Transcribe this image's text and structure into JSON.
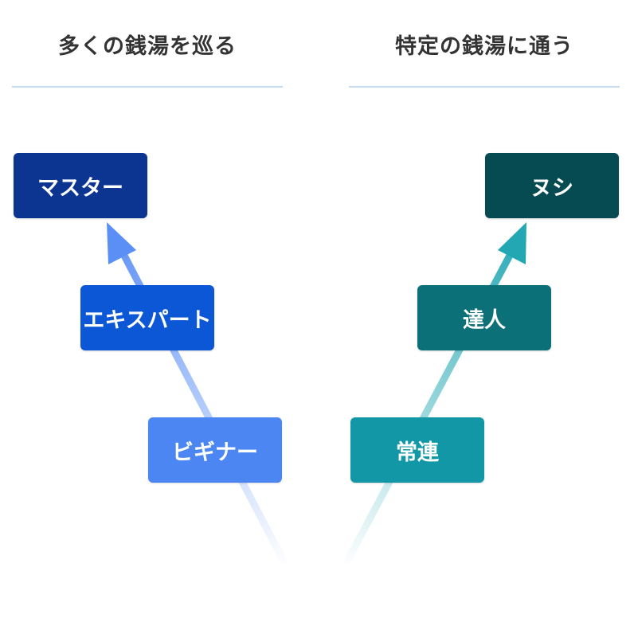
{
  "left": {
    "title": "多くの銭湯を巡る",
    "levels": [
      {
        "label": "ビギナー",
        "color": "#4b86f2"
      },
      {
        "label": "エキスパート",
        "color": "#0b57d6"
      },
      {
        "label": "マスター",
        "color": "#0b3591"
      }
    ],
    "arrow_color": "#5b8ff5"
  },
  "right": {
    "title": "特定の銭湯に通う",
    "levels": [
      {
        "label": "常連",
        "color": "#1197a5"
      },
      {
        "label": "達人",
        "color": "#0b7077"
      },
      {
        "label": "ヌシ",
        "color": "#064b52"
      }
    ],
    "arrow_color": "#23a8b3"
  }
}
